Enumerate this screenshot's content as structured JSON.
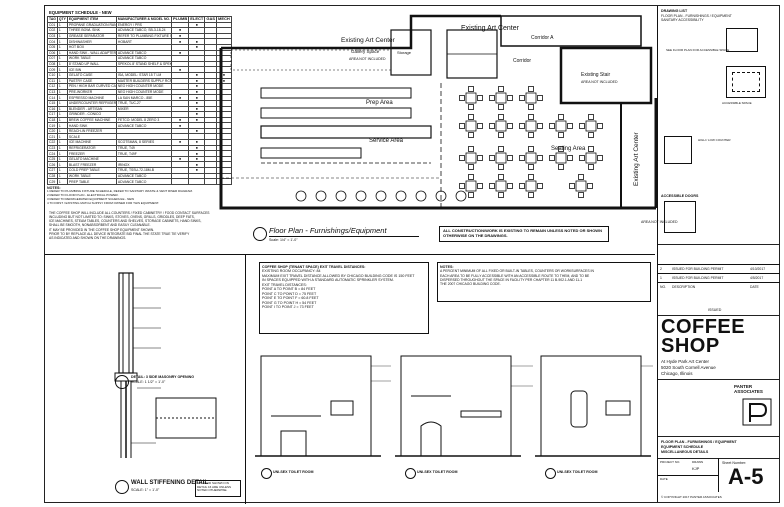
{
  "schedule": {
    "title": "EQUIPMENT SCHEDULE - NEW",
    "headers": [
      "TAG",
      "QTY",
      "EQUIPMENT ITEM",
      "MANUFACTURER & MODEL NO.",
      "PLUMB",
      "ELECT",
      "GAS",
      "MECH"
    ],
    "rows": [
      [
        "C01",
        "1",
        "PROPANE GRADUATION RANGE 6'",
        "ENERGY / PRS",
        "",
        "●",
        "",
        ""
      ],
      [
        "C02",
        "1",
        "THREE BOWL SINK",
        "ADVANCE TABCO, SB-3-18-24",
        "●",
        "",
        "",
        ""
      ],
      [
        "C03",
        "1",
        "GREASE SEPARATOR",
        "REFER TO PLUMBING FIXTURE SCHEDULE",
        "●",
        "",
        "",
        ""
      ],
      [
        "C04",
        "1",
        "DISHWASHER",
        "HOBART",
        "●",
        "●",
        "",
        ""
      ],
      [
        "C05",
        "1",
        "HOT BOX",
        "",
        "",
        "●",
        "",
        ""
      ],
      [
        "C06",
        "1",
        "HAND SINK - WALL ADAPTER",
        "ADVANCE TABCO",
        "●",
        "",
        "",
        ""
      ],
      [
        "C07",
        "1",
        "WORK TABLE",
        "ADVANCE TABCO",
        "",
        "",
        "",
        ""
      ],
      [
        "C08",
        "1",
        "8' STAND UP WALL",
        "SPEKOL 8' STAND SHELF & SPEKOL",
        "",
        "",
        "",
        ""
      ],
      [
        "C09",
        "1",
        "ICE BIN",
        "",
        "●",
        "",
        "",
        ""
      ],
      [
        "C10",
        "1",
        "GELATO CASE",
        "ISA, MODEL: STAR 15 T LM",
        "",
        "●",
        "",
        "●"
      ],
      [
        "C11",
        "1",
        "PASTRY CASE",
        "MASTER BUILDERS SUPPLY RCF-I",
        "",
        "●",
        "",
        "●"
      ],
      [
        "C12",
        "1",
        "PEN / HIGH BAR CURVED CASE",
        "NEO HIGH COUNTER MODE",
        "",
        "●",
        "",
        ""
      ],
      [
        "C13",
        "1",
        "PRE-WORKER",
        "NEO HIGH COUNTER MODE",
        "",
        "●",
        "",
        ""
      ],
      [
        "C14",
        "1",
        "ESPRESSO MACHINE",
        "LA SAN MARCO - 85E",
        "●",
        "●",
        "",
        ""
      ],
      [
        "C15",
        "1",
        "UNDERCOUNTER REFRIGERATOR",
        "TRUE, TUC-27",
        "",
        "●",
        "",
        ""
      ],
      [
        "C16",
        "1",
        "BLENDER - ARTISAN",
        "MIXER",
        "",
        "●",
        "",
        ""
      ],
      [
        "C17",
        "1",
        "GRINDER - CONICO",
        "",
        "",
        "●",
        "",
        ""
      ],
      [
        "C18",
        "1",
        "BREW COFFEE MACHINE",
        "FETCO: MODEL 8 ZERO 3",
        "●",
        "●",
        "",
        ""
      ],
      [
        "C19",
        "1",
        "HAND SINK",
        "ADVANCE TABCO",
        "●",
        "",
        "",
        ""
      ],
      [
        "C20",
        "1",
        "REACH-IN FREEZER",
        "",
        "",
        "●",
        "",
        ""
      ],
      [
        "C21",
        "1",
        "SCALE",
        "",
        "",
        "",
        "",
        ""
      ],
      [
        "C22",
        "1",
        "ICE MACHINE",
        "SCOTSMAN, 8 SERIES",
        "●",
        "●",
        "",
        ""
      ],
      [
        "C23",
        "1",
        "REFRIGERATOR",
        "TRUE, T49",
        "",
        "●",
        "",
        ""
      ],
      [
        "C24",
        "1",
        "FREEZER",
        "TRUE, T49F",
        "",
        "●",
        "",
        ""
      ],
      [
        "C25",
        "1",
        "GELATO MACHINE",
        "",
        "●",
        "●",
        "",
        ""
      ],
      [
        "C26",
        "1",
        "BLAST FREEZER",
        "IRINOX",
        "",
        "●",
        "",
        ""
      ],
      [
        "C27",
        "1",
        "COLD PREP TABLE",
        "TRUE, TSSU-72-18M-B",
        "",
        "●",
        "",
        ""
      ],
      [
        "C28",
        "1",
        "WORK TABLE",
        "ADVANCE TABCO",
        "",
        "",
        "",
        ""
      ],
      [
        "C29",
        "1",
        "PREP TABLE",
        "ADVANCE TABCO",
        "",
        "",
        "",
        ""
      ]
    ],
    "notes_title": "NOTES:",
    "notes": [
      "REFER TO PLUMBING FIXTURE SCHEDULE, REFER TO SANITARY WASTE & VENT RISER DIAGRAM.",
      "REFER TO FLOOR PLAN - ELECTRICAL POWER.",
      "REFER TO REFRIGERATED EQUIPMENT SCHEDULE - NEW",
      "TO FIRST / EXISTING MATCH SUPPLY FROM OWNER FOR THIS EQUIPMENT."
    ]
  },
  "plan": {
    "existing_top": "Existing Art Center",
    "corridor_a": "Corridor A",
    "existing_left": "Existing Art Center",
    "gallery_space": "Gallery Space",
    "area_not_included_1": "AREA NOT INCLUDED",
    "existing_right": "Existing Stair",
    "area_not_included_2": "AREA NOT INCLUDED",
    "corridor": "Corridor",
    "storage": "Storage",
    "prep_area": "Prep Area",
    "service_area": "Service Area",
    "seating_area": "Seating Area",
    "existing_art_center_side": "Existing Art Center",
    "area_not_included_3": "AREA NOT INCLUDED",
    "title": "Floor Plan - Furnishings/Equipment",
    "scale": "Scale: 1/4\" = 1'-0\"",
    "note": "ALL CONSTRUCTION/WORK IS EXISTING TO REMAIN UNLESS NOTED OR SHOWN OTHERWISE ON THE DRAWINGS."
  },
  "left_notes": [
    "THE COFFEE SHOP WILL INCLUDE ALL COUNTERS / FIXED CABINETRY / FOOD CONTACT SURFACES",
    "INCLUDING BUT NOT LIMITED TO: SINKS, STOVES, OVENS, GRILLS, GRIDDLES, DEEP FATS,",
    "ICE MACHINES, STEAM TABLES, COUNTERS AND SHELVES, STORAGE CABINETS, HAND SINKS,",
    "SHALL BE SMOOTH, NONABSORBENT AND EASILY CLEANABLE.",
    "",
    "IT MAY BE PROVIDED IN THE COFFEE SHOP EQUIPMENT SHOWN.",
    "",
    "PRIOR TO BY REPLACE ALL DEVICE INTEGRATE BID FINAL THE STATE TRUE TIE VERIFY",
    "AS INDICATED AND SHOWN ON THE DRAWINGS."
  ],
  "egress": {
    "title": "COFFEE SHOP (TENANT SPACE) EXIT TRAVEL DISTANCES:",
    "lines": [
      "EXISTING ROOM OCCUPANCY: 84",
      "MAXIMUM EXIT TRAVEL DISTANCE ALLOWED BY CHICAGO BUILDING CODE IS 150 FEET",
      "IN SPACES EQUIPPED WITH A STANDARD AUTOMATIC SPRINKLER SYSTEM.",
      "EXIT TRAVEL DISTANCES:",
      "POINT A TO POINT B = 84 FEET",
      "POINT C TO POINT D = 75 FEET",
      "POINT E TO POINT F = 60.8 FEET",
      "POINT G TO POINT H = 54 FEET",
      "POINT I TO POINT J = 73 FEET"
    ]
  },
  "notes_right": {
    "title": "NOTES:",
    "lines": [
      "A PERCENT MINIMUM OF ALL FIXED OR BUILT-IN TABLES, COUNTERS OR WORKSURFACES IN",
      "EACH AREA TO BE FULLY ACCESSIBLE WITH AN ACCESSIBLE ROUTE TO THEM, AND TO BE",
      "DISPERSED THROUGHOUT THE SPACE IN FACILITY PER CHAPTER 11 B-902.1 AND 11-1",
      "THE 2007 CHICAGO BUILDING CODE."
    ]
  },
  "details": {
    "detail_a": "DETAIL: 3 SIDE MASONRY OPENING",
    "detail_a_scale": "SCALE: 1 1/2\" = 1'-0\"",
    "wall_title": "WALL STIFFENING DETAIL",
    "wall_scale": "SCALE: 1\" = 1'-0\"",
    "wall_note": "ALL STUD SHOWN ON DETAIL 16 ARE UNLESS NOTED OTHERWISE.",
    "toilet_1": "UNI-SEX TOILET ROOM",
    "toilet_2": "UNI-SEX TOILET ROOM",
    "toilet_3": "UNI-SEX TOILET ROOM"
  },
  "title_block": {
    "drawing_list_title": "DRAWING LIST",
    "drawing_list": [
      "FLOOR PLAN - FURNISHINGS / EQUIPMENT",
      "SANITARY ACCESSIBILITY"
    ],
    "legend_1": "SEE FLOOR PLAN FOR ACCESSIBLE SPACE",
    "legend_2": "ACCESSIBLE SPACE",
    "legend_3": "HIGH / LOW COUNTER",
    "accessible_doors": "ACCESSIBLE DOORS",
    "revisions": [
      [
        "2",
        "ISSUED FOR BUILDING PERMIT",
        "4/10/2017"
      ],
      [
        "1",
        "ISSUED FOR BUILDING PERMIT",
        "4/5/2017"
      ]
    ],
    "rev_header": [
      "NO.",
      "DESCRIPTION",
      "DATE"
    ],
    "issued": "ISSUED",
    "project_1": "COFFEE",
    "project_2": "SHOP",
    "address_1": "At Hyde Park Art Center",
    "address_2": "5020 South Cornell Avenue",
    "address_3": "Chicago, Illinois",
    "firm": "PANTER ASSOCIATES",
    "sheet_title_1": "FLOOR PLAN - FURNISHINGS / EQUIPMENT",
    "sheet_title_2": "EQUIPMENT SCHEDULE",
    "sheet_title_3": "MISCELLANEOUS DETAILS",
    "sheet_number_label": "Sheet Number:",
    "sheet_number": "A-5",
    "project_no_label": "PROJECT NO.",
    "drawn_label": "DRAWN",
    "date_label": "DATE",
    "drawn": "KJP",
    "copyright": "© COPYRIGHT 2017 PANTER ASSOCIATES"
  }
}
